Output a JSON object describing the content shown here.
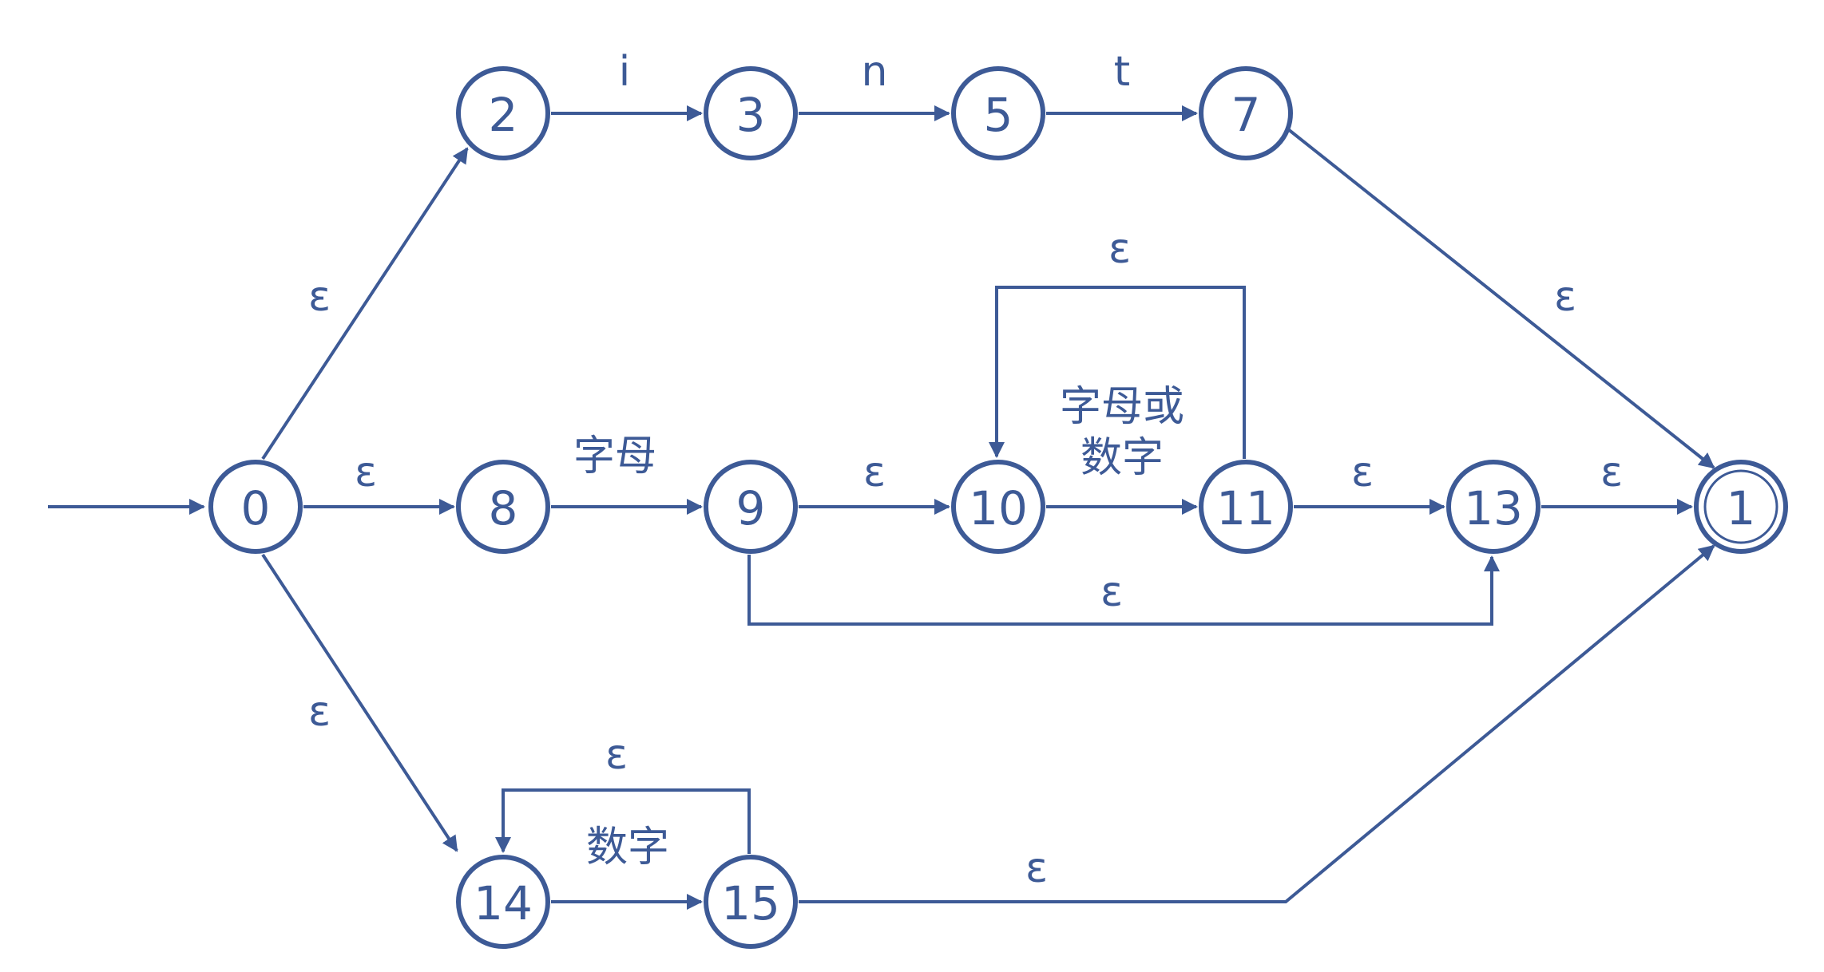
{
  "diagram": {
    "colors": {
      "stroke": "#3d5a96",
      "background": "#ffffff"
    },
    "states": [
      {
        "id": "s0",
        "label": "0"
      },
      {
        "id": "s2",
        "label": "2"
      },
      {
        "id": "s3",
        "label": "3"
      },
      {
        "id": "s5",
        "label": "5"
      },
      {
        "id": "s7",
        "label": "7"
      },
      {
        "id": "s8",
        "label": "8"
      },
      {
        "id": "s9",
        "label": "9"
      },
      {
        "id": "s10",
        "label": "10"
      },
      {
        "id": "s11",
        "label": "11"
      },
      {
        "id": "s13",
        "label": "13"
      },
      {
        "id": "s1",
        "label": "1",
        "accepting": true
      },
      {
        "id": "s14",
        "label": "14"
      },
      {
        "id": "s15",
        "label": "15"
      }
    ],
    "transitions": [
      {
        "id": "t0_2",
        "from": "0",
        "to": "2",
        "label": "ε"
      },
      {
        "id": "t2_3",
        "from": "2",
        "to": "3",
        "label": "i"
      },
      {
        "id": "t3_5",
        "from": "3",
        "to": "5",
        "label": "n"
      },
      {
        "id": "t5_7",
        "from": "5",
        "to": "7",
        "label": "t"
      },
      {
        "id": "t7_1",
        "from": "7",
        "to": "1",
        "label": "ε"
      },
      {
        "id": "t0_8",
        "from": "0",
        "to": "8",
        "label": "ε"
      },
      {
        "id": "t8_9",
        "from": "8",
        "to": "9",
        "label": "字母"
      },
      {
        "id": "t9_10",
        "from": "9",
        "to": "10",
        "label": "ε"
      },
      {
        "id": "t10_11",
        "from": "10",
        "to": "11",
        "label_line1": "字母或",
        "label_line2": "数字"
      },
      {
        "id": "t11_10",
        "from": "11",
        "to": "10",
        "label": "ε"
      },
      {
        "id": "t11_13",
        "from": "11",
        "to": "13",
        "label": "ε"
      },
      {
        "id": "t9_13",
        "from": "9",
        "to": "13",
        "label": "ε"
      },
      {
        "id": "t13_1",
        "from": "13",
        "to": "1",
        "label": "ε"
      },
      {
        "id": "t0_14",
        "from": "0",
        "to": "14",
        "label": "ε"
      },
      {
        "id": "t14_15",
        "from": "14",
        "to": "15",
        "label": "数字"
      },
      {
        "id": "t15_14",
        "from": "15",
        "to": "14",
        "label": "ε"
      },
      {
        "id": "t15_1",
        "from": "15",
        "to": "1",
        "label": "ε"
      }
    ]
  }
}
